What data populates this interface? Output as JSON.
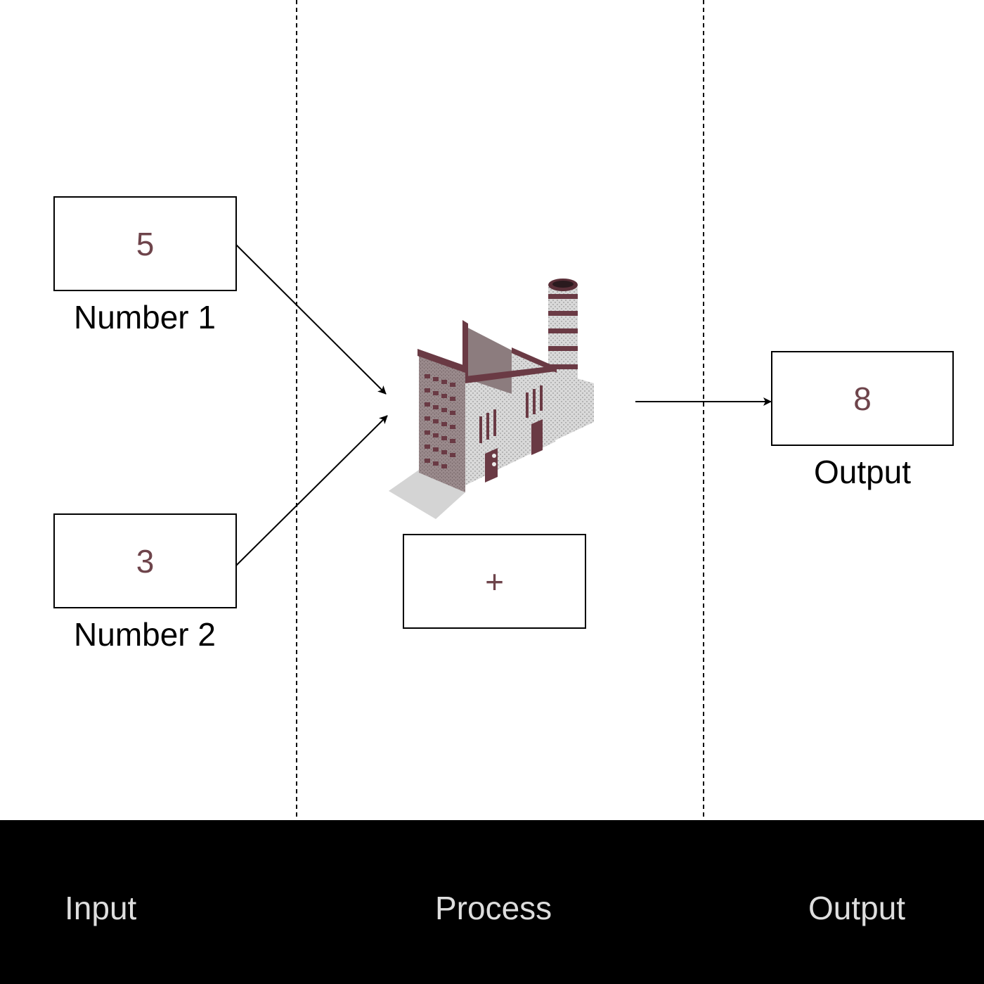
{
  "diagram": {
    "inputs": [
      {
        "value": "5",
        "label": "Number 1"
      },
      {
        "value": "3",
        "label": "Number 2"
      }
    ],
    "process": {
      "operator": "+",
      "icon": "factory-icon"
    },
    "output": {
      "value": "8",
      "label": "Output"
    },
    "stages": [
      "Input",
      "Process",
      "Output"
    ]
  },
  "colors": {
    "value_text": "#6e444b",
    "stage_text": "#dedede",
    "footer_bg": "#000000"
  }
}
